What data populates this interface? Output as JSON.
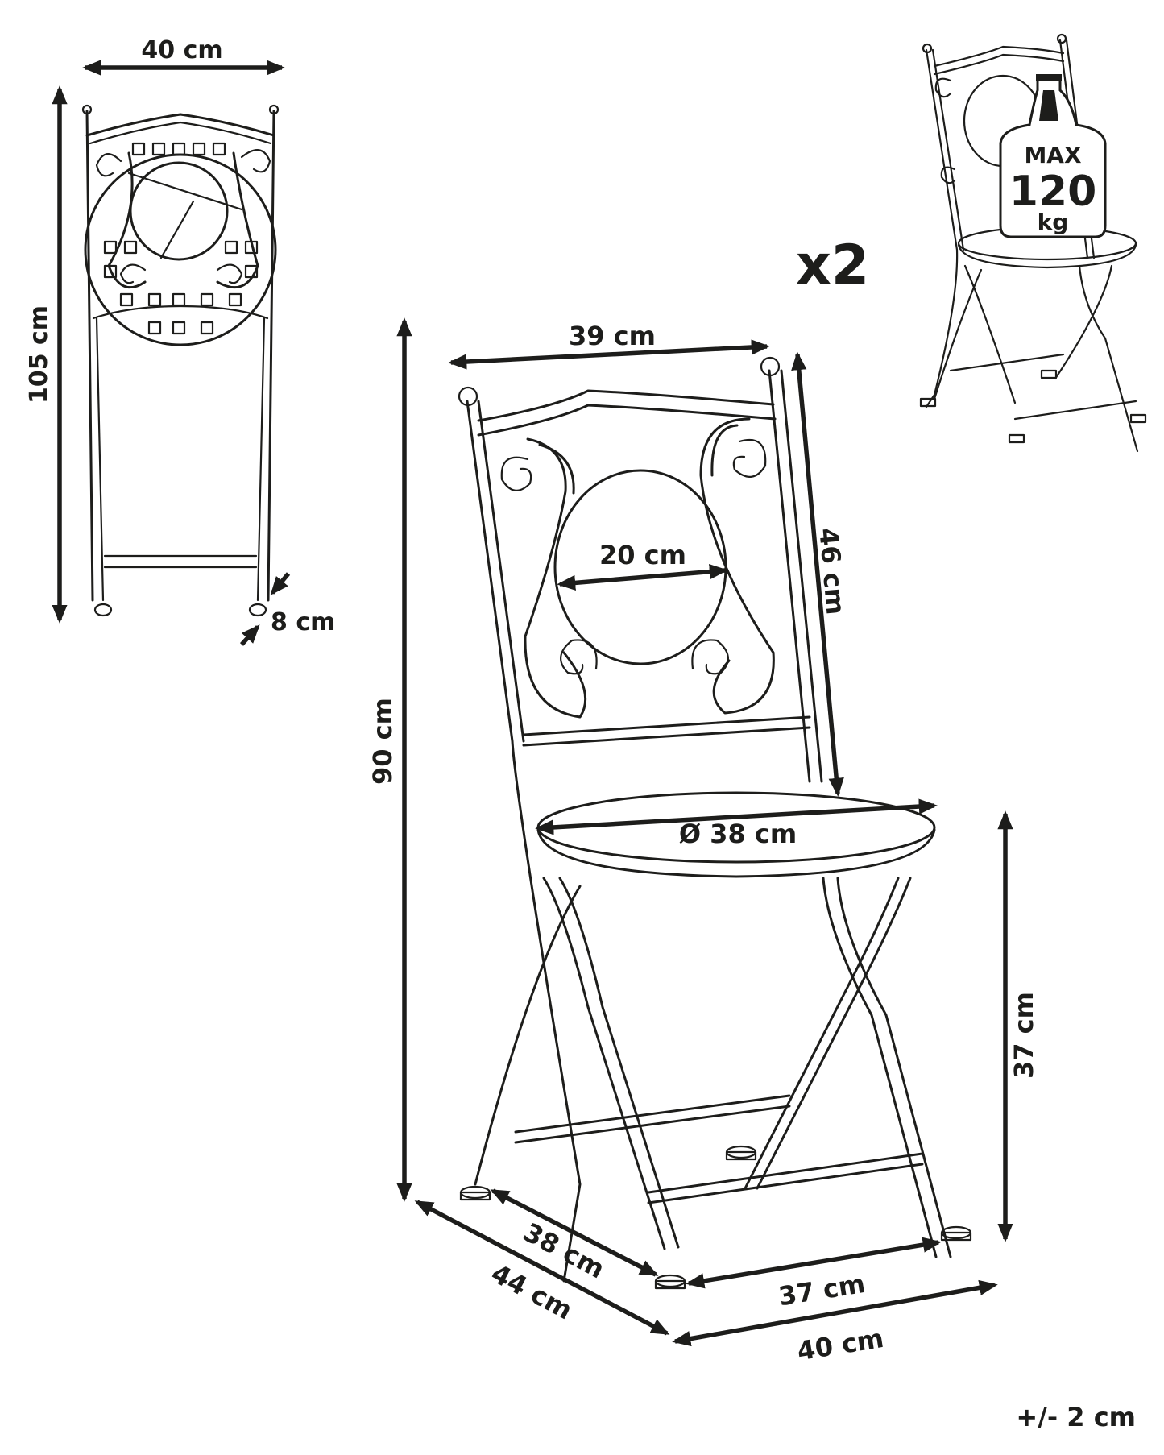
{
  "folded_view": {
    "width_label": "40 cm",
    "height_label": "105 cm",
    "depth_label": "8 cm"
  },
  "main_view": {
    "quantity_label": "x2",
    "backrest_width_label": "39 cm",
    "medallion_label": "20 cm",
    "backrest_height_label": "46 cm",
    "seat_diameter_label": "Ø 38 cm",
    "total_height_label": "90 cm",
    "seat_height_label": "37 cm",
    "seat_depth_label": "38 cm",
    "base_depth_label": "44 cm",
    "front_width_label": "37 cm",
    "base_width_label": "40 cm"
  },
  "load_badge": {
    "max_label": "MAX",
    "value_label": "120",
    "unit_label": "kg"
  },
  "tolerance_label": "+/- 2 cm"
}
